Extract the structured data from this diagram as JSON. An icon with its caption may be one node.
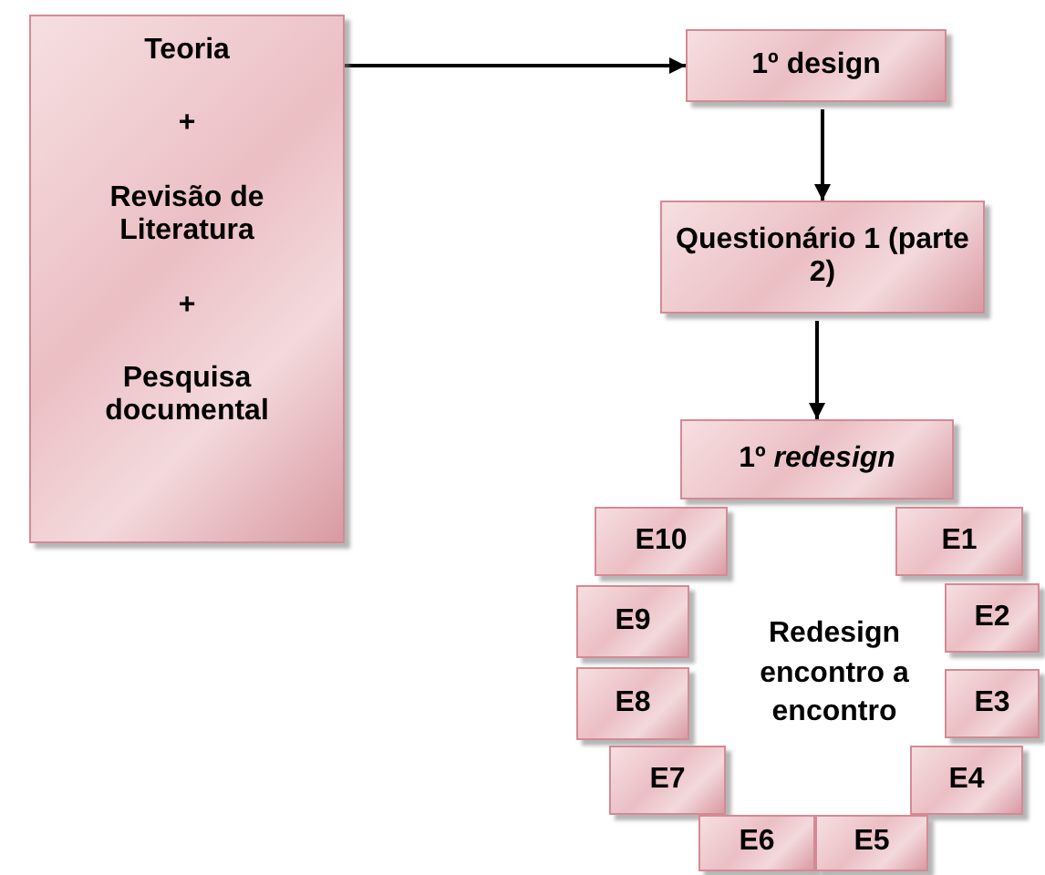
{
  "diagram": {
    "nodes": [
      {
        "text": [
          "Teoria",
          "+",
          "Revisão de Literatura",
          "+",
          "Pesquisa documental"
        ]
      },
      {
        "text": [
          "1º design"
        ]
      },
      {
        "text": [
          "Questionário 1 (parte 2)"
        ]
      },
      {
        "text": [
          "1º *redesign*"
        ]
      },
      {
        "text": [
          "E10"
        ]
      },
      {
        "text": [
          "E1"
        ]
      },
      {
        "text": [
          "E9"
        ]
      },
      {
        "text": [
          "E2"
        ]
      },
      {
        "text": [
          "E8"
        ]
      },
      {
        "text": [
          "E3"
        ]
      },
      {
        "text": [
          "E7"
        ]
      },
      {
        "text": [
          "E4"
        ]
      },
      {
        "text": [
          "E6"
        ]
      },
      {
        "text": [
          "E5"
        ]
      }
    ],
    "edges": [
      {
        "from": 0,
        "to": 1,
        "arrow": "to"
      },
      {
        "from": 1,
        "to": 2,
        "arrow": "to"
      },
      {
        "from": 2,
        "to": 3,
        "arrow": "to"
      }
    ],
    "labels": [
      "Redesign encontro a encontro"
    ]
  }
}
